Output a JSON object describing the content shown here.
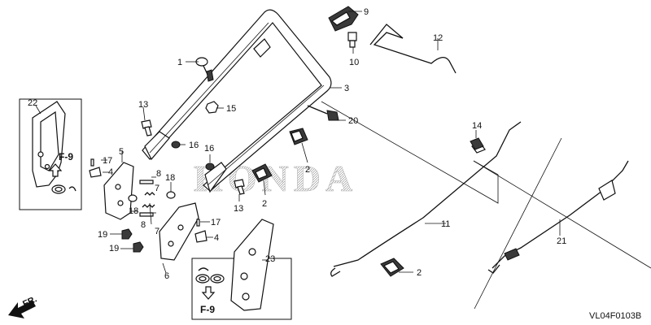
{
  "watermark": "HONDA",
  "diagram_code": "VL04F0103B",
  "direction_label": "FR.",
  "fig_refs": [
    "F-9",
    "F-9"
  ],
  "callouts": [
    "1",
    "2",
    "2",
    "2",
    "3",
    "4",
    "4",
    "5",
    "6",
    "7",
    "7",
    "8",
    "8",
    "9",
    "10",
    "11",
    "12",
    "13",
    "13",
    "14",
    "15",
    "16",
    "16",
    "17",
    "17",
    "18",
    "18",
    "19",
    "19",
    "20",
    "21",
    "22",
    "23"
  ],
  "colors": {
    "ink": "#111111",
    "watermark": "#cfcfcf",
    "background": "#ffffff"
  }
}
